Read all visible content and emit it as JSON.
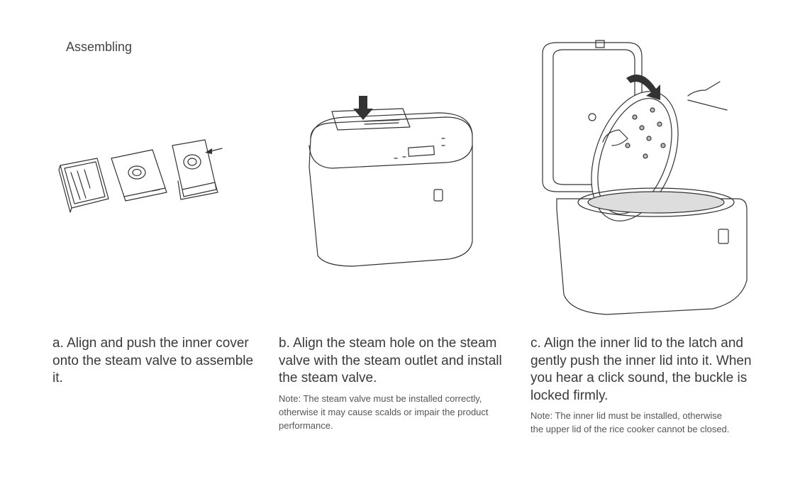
{
  "section_title": "Assembling",
  "steps": [
    {
      "text": "a. Align and push the inner cover onto the steam valve to assemble it."
    },
    {
      "text": "b. Align the steam hole on the steam valve with the steam outlet and install the steam valve.",
      "note": "Note: The steam valve must be installed correctly, otherwise it may cause scalds or impair the product performance."
    },
    {
      "text": "c. Align the inner lid to the latch and gently push the inner lid into it. When you hear a click sound, the buckle is locked firmly.",
      "note": "Note: The inner lid must be installed, otherwise the upper lid of the rice cooker cannot be closed."
    }
  ]
}
